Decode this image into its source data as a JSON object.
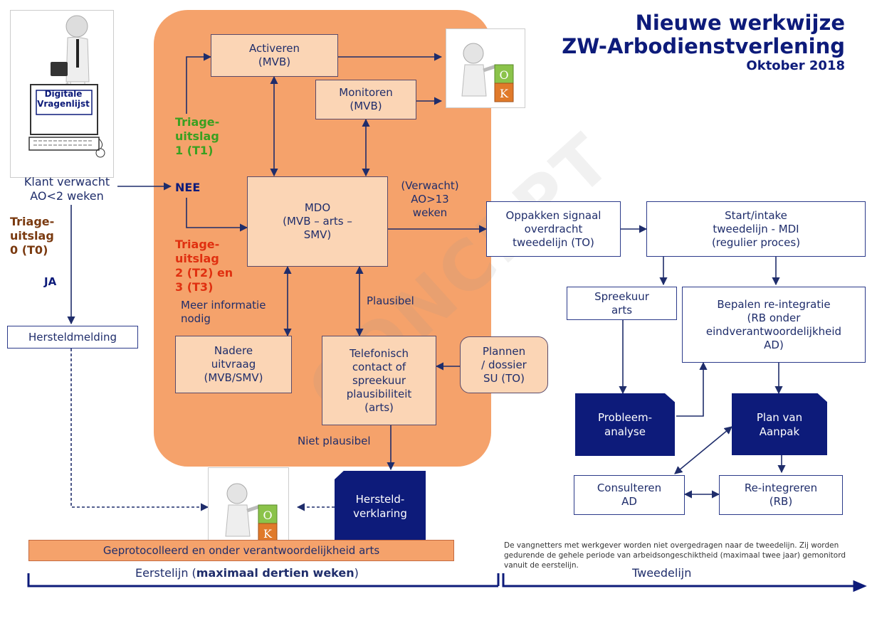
{
  "title": {
    "line1": "Nieuwe werkwijze",
    "line2": "ZW-Arbodienstverlening",
    "date": "Oktober 2018"
  },
  "left": {
    "monitor_label": "Digitale\nVragenlijst",
    "client_text": "Klant verwacht\nAO<2 weken",
    "triage0": "Triage-\nuitslag\n0 (T0)",
    "ja": "JA",
    "hersteldmelding": "Hersteldmelding"
  },
  "middle": {
    "triage1": "Triage-\nuitslag\n1 (T1)",
    "nee": "NEE",
    "triage23": "Triage-\nuitslag\n2 (T2) en\n3 (T3)",
    "meer_info": "Meer informatie\nnodig",
    "activeren": "Activeren\n(MVB)",
    "monitoren": "Monitoren\n(MVB)",
    "mdo": "MDO\n(MVB – arts –\nSMV)",
    "verwacht": "(Verwacht)\nAO>13\nweken",
    "plausibel": "Plausibel",
    "nadere": "Nadere\nuitvraag\n(MVB/SMV)",
    "telefonisch": "Telefonisch\ncontact of\nspreekuur\nplausibiliteit\n(arts)",
    "plannen": "Plannen\n/ dossier\nSU (TO)",
    "niet_plausibel": "Niet plausibel",
    "hersteld_verklaring": "Hersteld-\nverklaring"
  },
  "right": {
    "oppakken": "Oppakken signaal\noverdracht\ntweedelijn (TO)",
    "start_intake": "Start/intake\ntweedelijn - MDI\n(regulier proces)",
    "spreekuur": "Spreekuur\narts",
    "bepalen": "Bepalen re-integratie\n(RB onder\neindverantwoordelijkheid\nAD)",
    "probleem": "Probleem-\nanalyse",
    "plan": "Plan van\nAanpak",
    "consulteren": "Consulteren\nAD",
    "reintegreren": "Re-integreren\n(RB)"
  },
  "timeline": {
    "eerstelijn_prefix": "Eerstelijn (",
    "eerstelijn_bold": "maximaal dertien weken",
    "eerstelijn_suffix": ")",
    "tweedelijn": "Tweedelijn"
  },
  "bottom_bar": "Geprotocolleerd en onder verantwoordelijkheid arts",
  "footnote": "De vangnetters met werkgever worden niet overgedragen naar de tweedelijn. Zij worden gedurende de gehele periode van arbeidsongeschiktheid (maximaal twee jaar) gemonitord vanuit de eerstelijn.",
  "watermark": "CONCEPT",
  "ok_top": "OK",
  "colors": {
    "navy": "#0d1b7a",
    "orange": "#f5a26b",
    "peach": "#fbd5b5",
    "green": "#3aa020",
    "red": "#e03010",
    "brown": "#7a3a10"
  }
}
